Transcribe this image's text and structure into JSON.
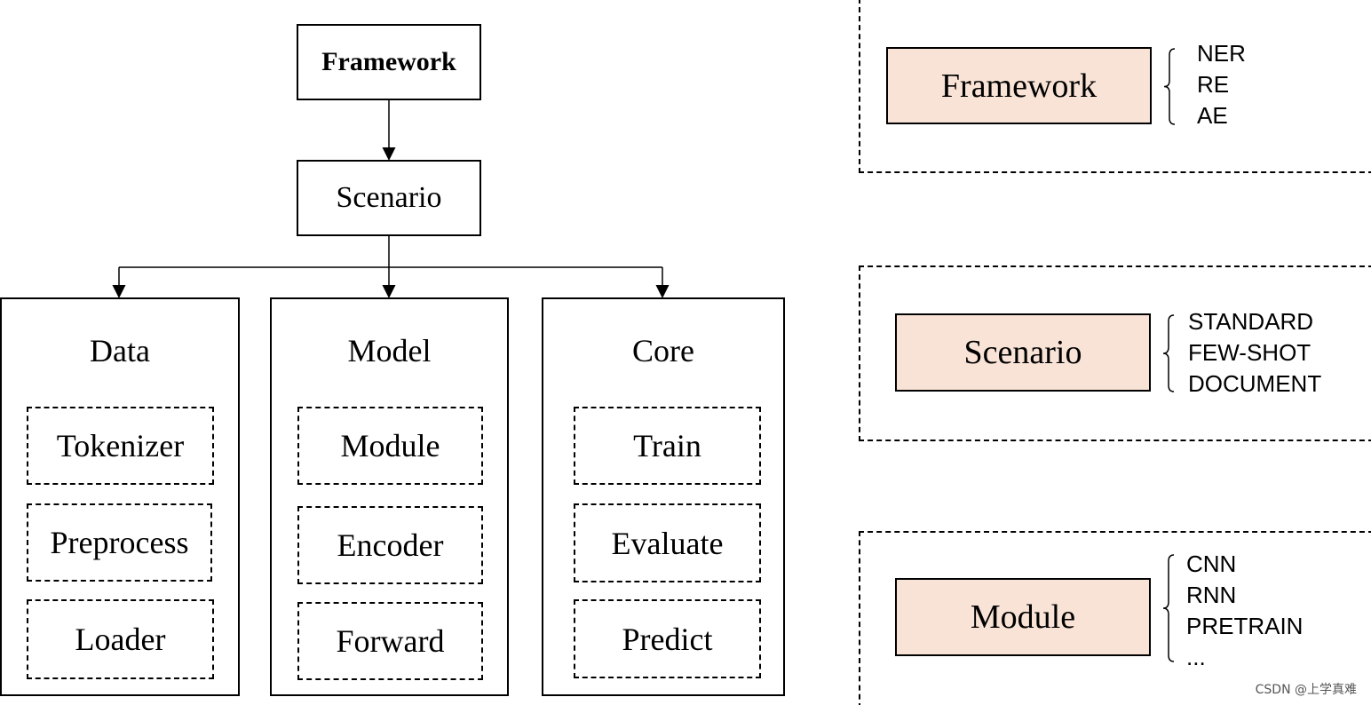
{
  "top_boxes": {
    "framework": "Framework",
    "scenario": "Scenario"
  },
  "groups": {
    "data": {
      "title": "Data",
      "items": [
        "Tokenizer",
        "Preprocess",
        "Loader"
      ]
    },
    "model": {
      "title": "Model",
      "items": [
        "Module",
        "Encoder",
        "Forward"
      ]
    },
    "core": {
      "title": "Core",
      "items": [
        "Train",
        "Evaluate",
        "Predict"
      ]
    }
  },
  "panels": {
    "framework": {
      "label": "Framework",
      "options": [
        "NER",
        "RE",
        "AE"
      ]
    },
    "scenario": {
      "label": "Scenario",
      "options": [
        "STANDARD",
        "FEW-SHOT",
        "DOCUMENT"
      ]
    },
    "module": {
      "label": "Module",
      "options": [
        "CNN",
        "RNN",
        "PRETRAIN",
        "..."
      ]
    }
  },
  "watermark": "CSDN @上学真难",
  "colors": {
    "panel_fill": "#f9e3d6",
    "stroke": "#000000"
  }
}
